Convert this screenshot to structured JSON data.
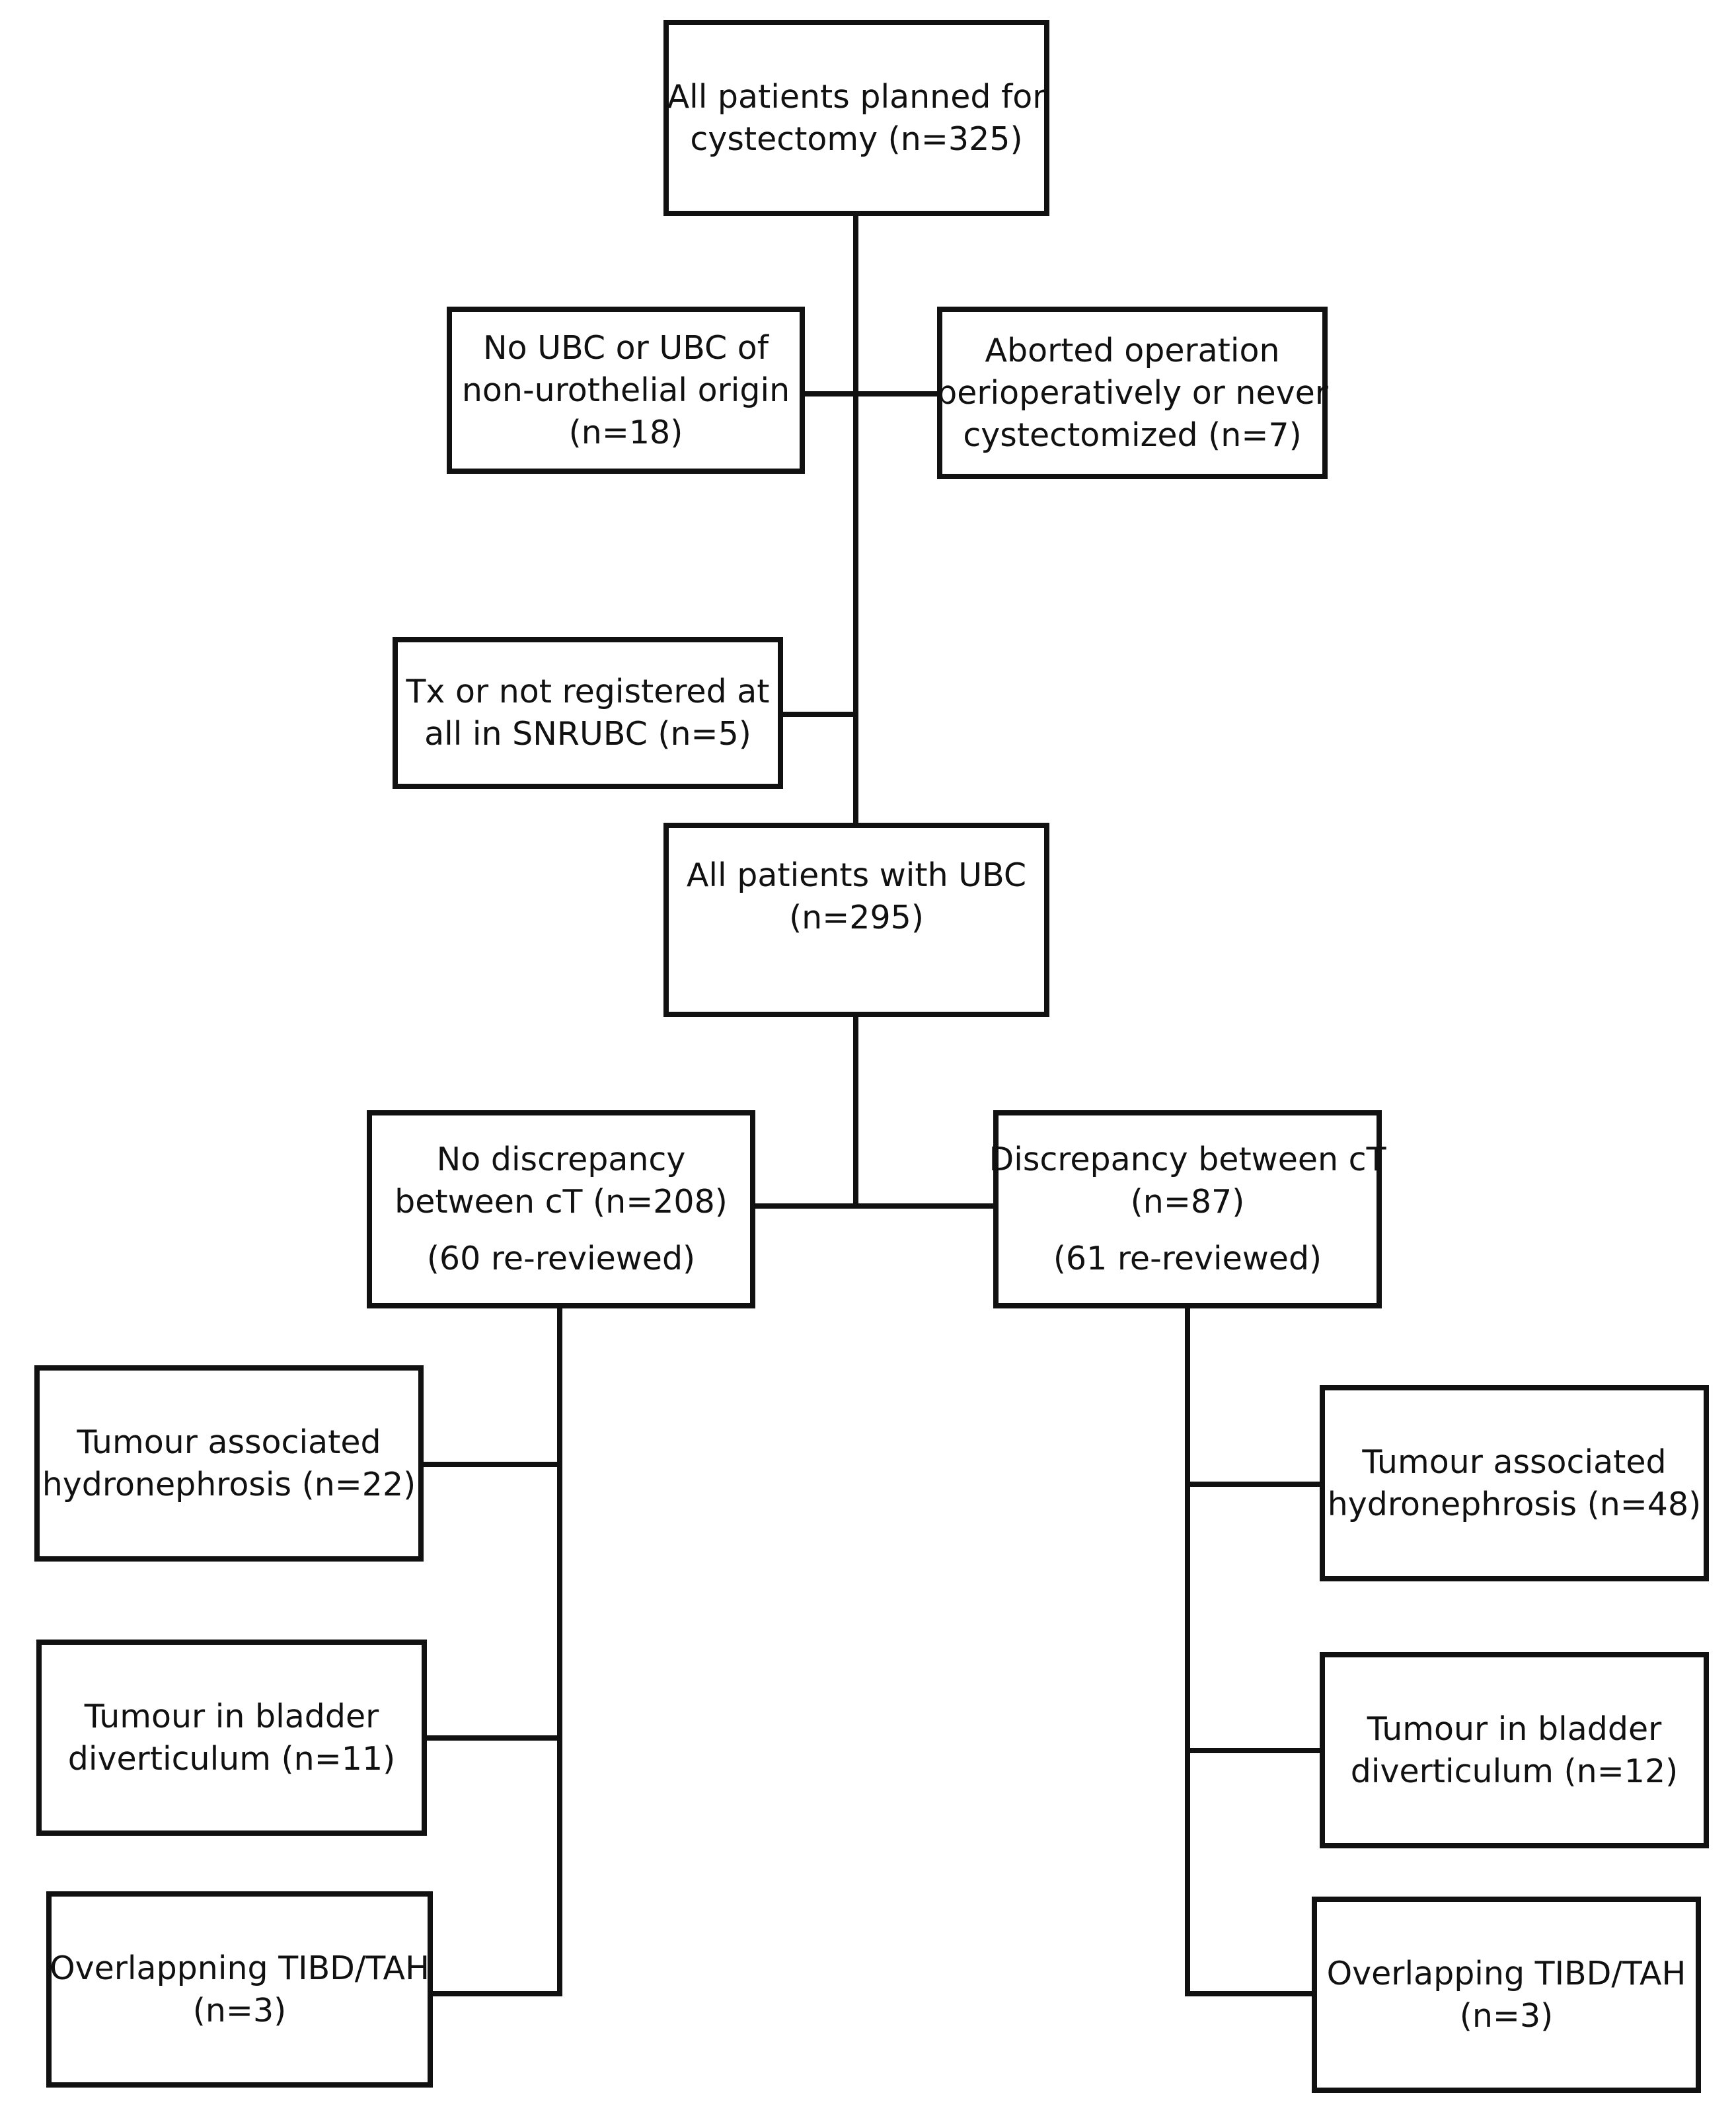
{
  "diagram": {
    "boxes": {
      "start": [
        "All patients planned for",
        "cystectomy (n=325)"
      ],
      "excl_no_ubc": [
        "No UBC or UBC of",
        "non-urothelial origin",
        "(n=18)"
      ],
      "excl_aborted": [
        "Aborted operation",
        "perioperatively or never",
        "cystectomized (n=7)"
      ],
      "excl_tx": [
        "Tx or not registered at",
        "all in SNRUBC (n=5)"
      ],
      "ubc_all": [
        "All patients with UBC",
        "(n=295)"
      ],
      "no_disc": [
        "No discrepancy",
        "between cT  (n=208)"
      ],
      "no_disc_rereviewed": "(60 re-reviewed)",
      "disc": [
        "Discrepancy between cT",
        "(n=87)"
      ],
      "disc_rereviewed": "(61 re-reviewed)",
      "left_tah": [
        "Tumour associated",
        "hydronephrosis  (n=22)"
      ],
      "left_tibd": [
        "Tumour in bladder",
        "diverticulum (n=11)"
      ],
      "left_overlap": [
        "Overlappning TIBD/TAH",
        "(n=3)"
      ],
      "right_tah": [
        "Tumour associated",
        "hydronephrosis  (n=48)"
      ],
      "right_tibd": [
        "Tumour in bladder",
        "diverticulum (n=12)"
      ],
      "right_overlap": [
        "Overlapping TIBD/TAH",
        "(n=3)"
      ]
    }
  }
}
